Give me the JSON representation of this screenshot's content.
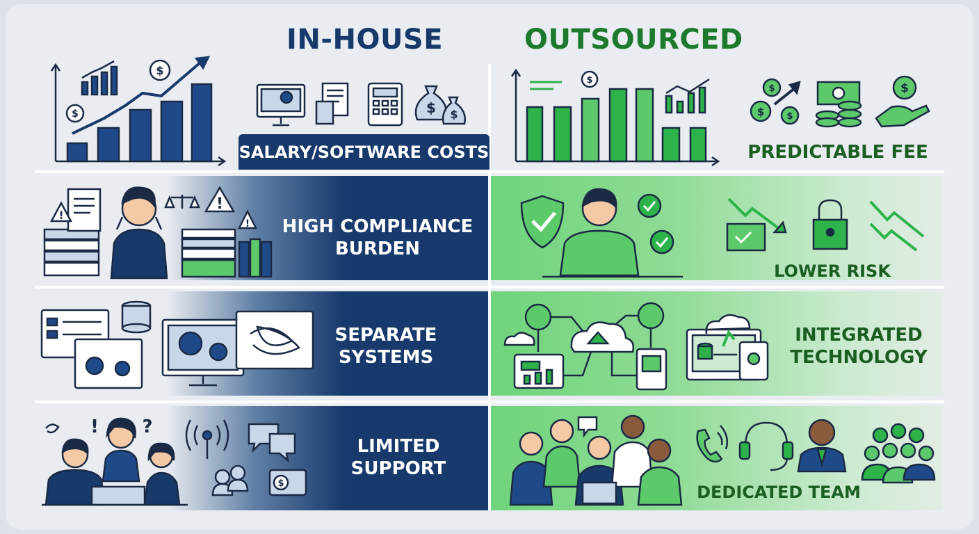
{
  "columns": {
    "in_house": "IN-HOUSE",
    "outsourced": "OUTSOURCED"
  },
  "rows": [
    {
      "in_house": "SALARY/SOFTWARE COSTS",
      "outsourced": "PREDICTABLE FEE"
    },
    {
      "in_house": "HIGH COMPLIANCE BURDEN",
      "outsourced": "LOWER RISK"
    },
    {
      "in_house": "SEPARATE SYSTEMS",
      "outsourced": "INTEGRATED TECHNOLOGY"
    },
    {
      "in_house": "LIMITED SUPPORT",
      "outsourced": "DEDICATED TEAM"
    }
  ],
  "icons": {
    "dollar_sign": "$",
    "exclamation": "!",
    "question": "?"
  },
  "colors": {
    "navy": "#17396b",
    "green": "#2db34a",
    "green_dark": "#1d7a2c",
    "background": "#e9ecf1"
  }
}
